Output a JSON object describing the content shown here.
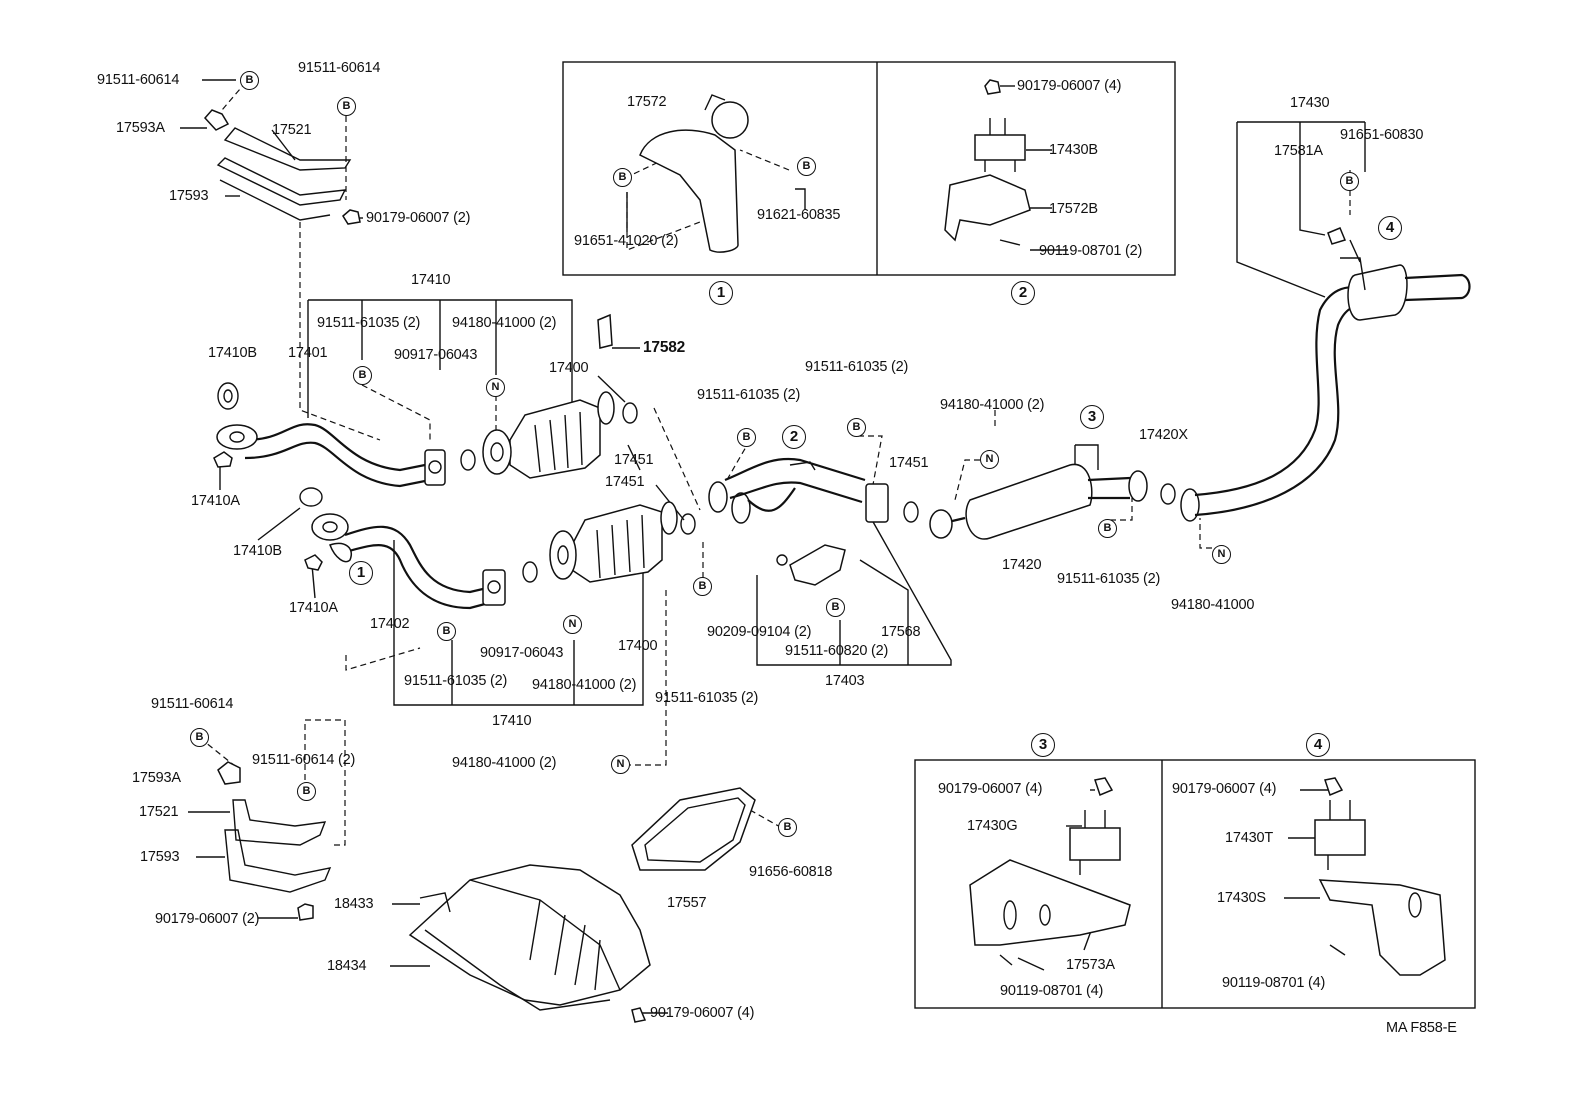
{
  "diagram_code": "MA F858-E",
  "symbols": {
    "B": "B",
    "N": "N",
    "one": "1",
    "two": "2",
    "three": "3",
    "four": "4"
  },
  "inset_titles": [
    "1",
    "2",
    "3",
    "4"
  ],
  "labels": {
    "l01": "91511-60614",
    "l02": "91511-60614",
    "l03": "17593A",
    "l04": "17521",
    "l05": "17593",
    "l06": "90179-06007 (2)",
    "l07": "17410",
    "l08": "91511-61035 (2)",
    "l09": "94180-41000 (2)",
    "l10": "17410B",
    "l11": "17401",
    "l12": "90917-06043",
    "l13": "17400",
    "l14": "17582",
    "l15": "17451",
    "l16": "17451",
    "l17": "17410A",
    "l18": "17410B",
    "l19": "17410A",
    "l20": "17402",
    "l21": "90917-06043",
    "l22": "17400",
    "l23": "91511-61035 (2)",
    "l24": "94180-41000 (2)",
    "l25": "17410",
    "l26": "91511-61035 (2)",
    "l27": "91511-61035 (2)",
    "l28": "91511-61035 (2)",
    "l29": "17451",
    "l30": "90209-09104 (2)",
    "l31": "17568",
    "l32": "91511-60820 (2)",
    "l33": "17403",
    "l34": "94180-41000 (2)",
    "l35": "17420X",
    "l36": "17420",
    "l37": "91511-61035 (2)",
    "l38": "94180-41000",
    "l39": "17430",
    "l40": "17581A",
    "l41": "91651-60830",
    "l42": "91511-60614",
    "l43": "91511-60614 (2)",
    "l44": "17593A",
    "l45": "17521",
    "l46": "17593",
    "l47": "90179-06007 (2)",
    "l48": "94180-41000 (2)",
    "l49": "18433",
    "l50": "18434",
    "l51": "17557",
    "l52": "91656-60818",
    "l53": "90179-06007 (4)",
    "i1a": "17572",
    "i1b": "91621-60835",
    "i1c": "91651-41020 (2)",
    "i2a": "90179-06007 (4)",
    "i2b": "17430B",
    "i2c": "17572B",
    "i2d": "90119-08701 (2)",
    "i3a": "90179-06007 (4)",
    "i3b": "17430G",
    "i3c": "17573A",
    "i3d": "90119-08701 (4)",
    "i4a": "90179-06007 (4)",
    "i4b": "17430T",
    "i4c": "17430S",
    "i4d": "90119-08701 (4)"
  }
}
